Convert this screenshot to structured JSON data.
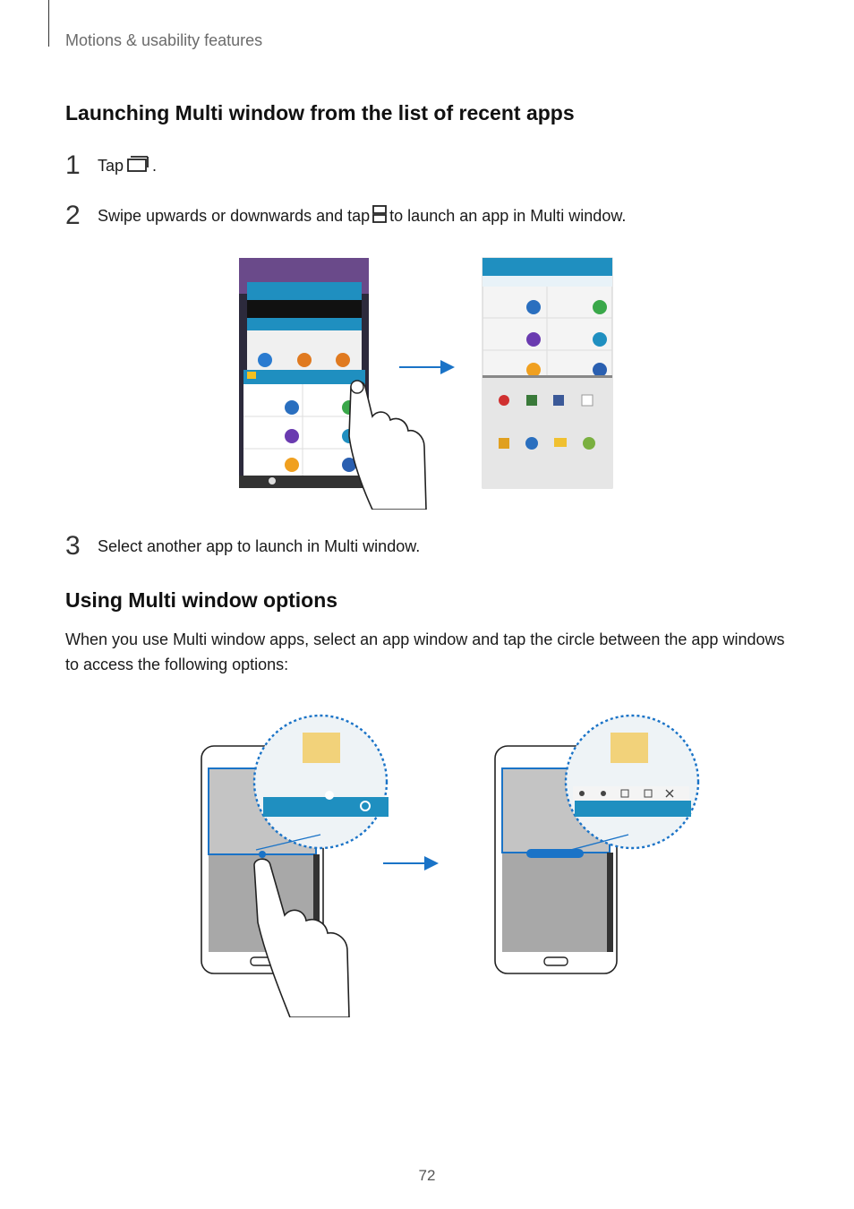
{
  "header": {
    "running_head": "Motions & usability features"
  },
  "section1": {
    "title": "Launching Multi window from the list of recent apps",
    "steps": [
      {
        "number": "1",
        "before": "Tap ",
        "icon": "recent-apps-icon",
        "after": "."
      },
      {
        "number": "2",
        "before": "Swipe upwards or downwards and tap ",
        "icon": "multi-window-icon",
        "after": " to launch an app in Multi window."
      },
      {
        "number": "3",
        "before": "Select another app to launch in Multi window.",
        "icon": "",
        "after": ""
      }
    ]
  },
  "section2": {
    "title": "Using Multi window options",
    "body": "When you use Multi window apps, select an app window and tap the circle between the app windows to access the following options:"
  },
  "footer": {
    "page_number": "72"
  },
  "colors": {
    "accent_blue": "#1a73c7",
    "app_bar_teal": "#1f8fc0",
    "text": "#1a1a1a"
  }
}
